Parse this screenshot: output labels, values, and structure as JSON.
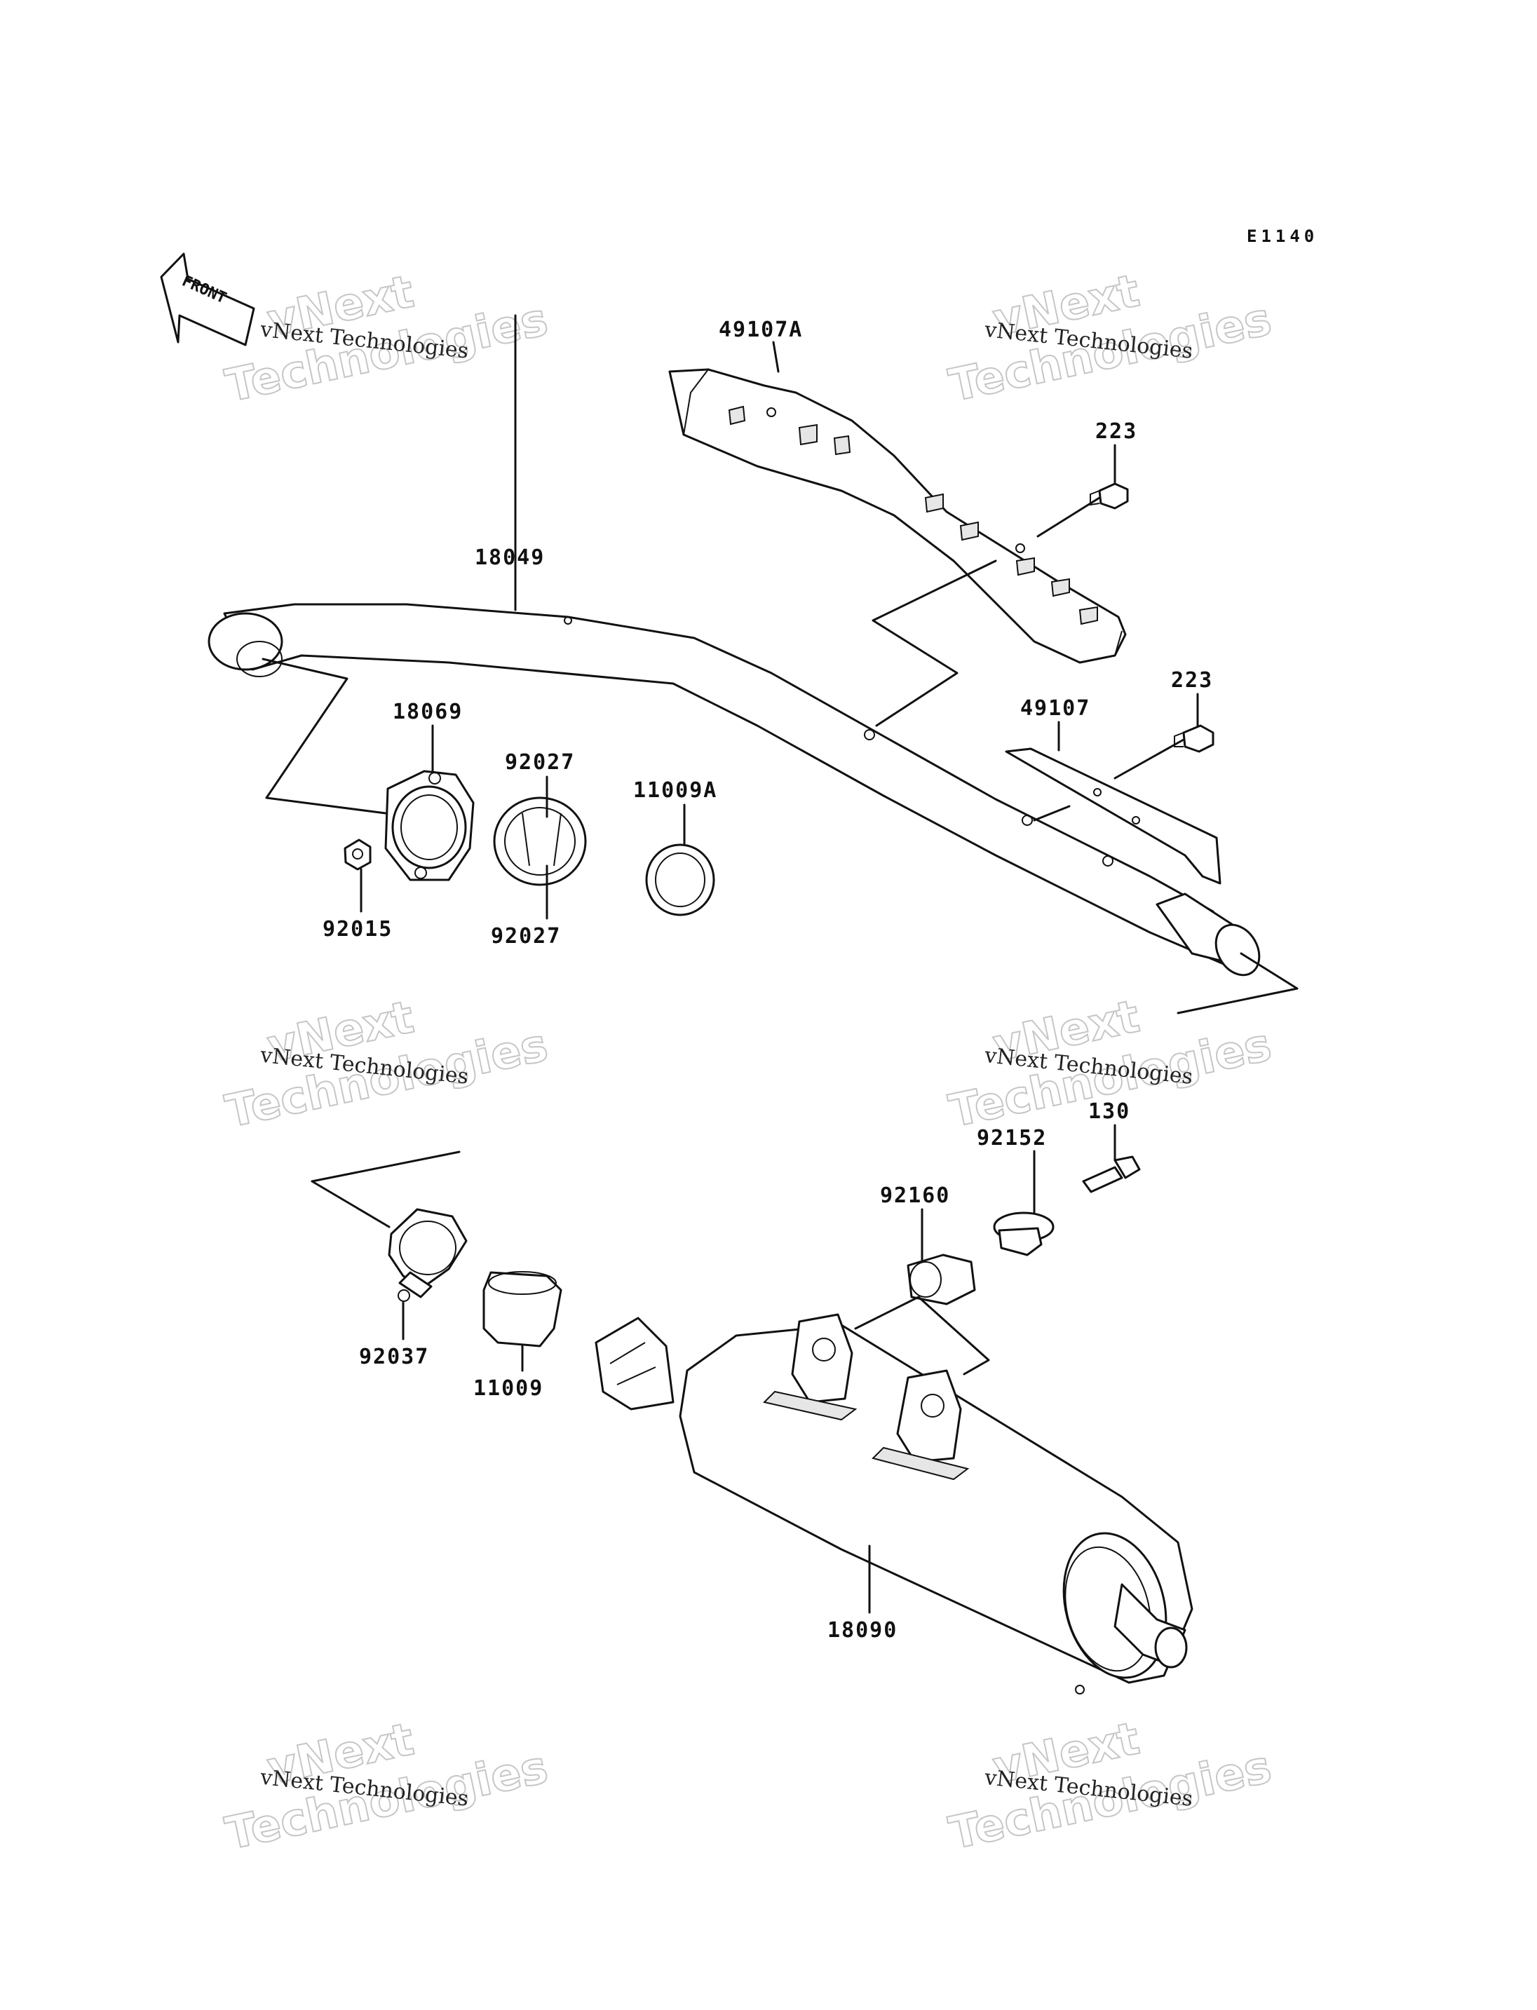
{
  "diagram_code": "E1140",
  "front_indicator": "FRONT",
  "watermark": {
    "line1": "vNext Technologies",
    "line2_a": "vNext",
    "line2_b": "Technologies"
  },
  "parts": [
    {
      "id": "p49107A",
      "label": "49107A"
    },
    {
      "id": "p223a",
      "label": "223"
    },
    {
      "id": "p18049",
      "label": "18049"
    },
    {
      "id": "p223b",
      "label": "223"
    },
    {
      "id": "p49107",
      "label": "49107"
    },
    {
      "id": "p18069",
      "label": "18069"
    },
    {
      "id": "p92027a",
      "label": "92027"
    },
    {
      "id": "p11009A",
      "label": "11009A"
    },
    {
      "id": "p92015",
      "label": "92015"
    },
    {
      "id": "p92027b",
      "label": "92027"
    },
    {
      "id": "p130",
      "label": "130"
    },
    {
      "id": "p92152",
      "label": "92152"
    },
    {
      "id": "p92160",
      "label": "92160"
    },
    {
      "id": "p92037",
      "label": "92037"
    },
    {
      "id": "p11009",
      "label": "11009"
    },
    {
      "id": "p18090",
      "label": "18090"
    }
  ]
}
